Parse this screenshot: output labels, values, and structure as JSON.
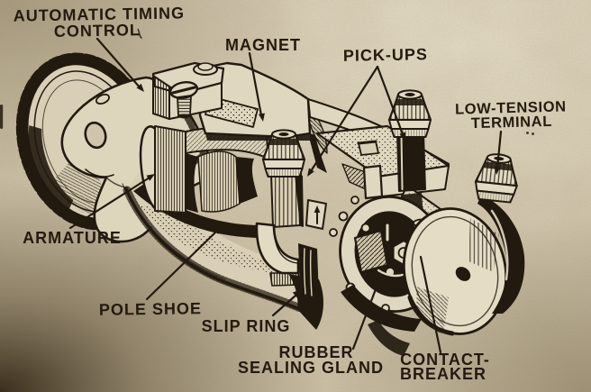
{
  "figure": {
    "title": "Magneto cutaway technical illustration",
    "style": "vintage engraving on aged paper",
    "paper_color": "#cfc5ab",
    "ink_color": "#221a0e",
    "labels": [
      {
        "id": "automatic-timing-control",
        "lines": [
          "AUTOMATIC TIMING",
          "CONTROL"
        ]
      },
      {
        "id": "magnet",
        "lines": [
          "MAGNET"
        ]
      },
      {
        "id": "pick-ups",
        "lines": [
          "PICK-UPS"
        ]
      },
      {
        "id": "low-tension-terminal",
        "lines": [
          "LOW-TENSION",
          "TERMINAL"
        ]
      },
      {
        "id": "armature",
        "lines": [
          "ARMATURE"
        ]
      },
      {
        "id": "pole-shoe",
        "lines": [
          "POLE SHOE"
        ]
      },
      {
        "id": "slip-ring",
        "lines": [
          "SLIP RING"
        ]
      },
      {
        "id": "rubber-sealing-gland",
        "lines": [
          "RUBBER",
          "SEALING GLAND"
        ]
      },
      {
        "id": "contact-breaker",
        "lines": [
          "CONTACT-",
          "BREAKER"
        ]
      }
    ]
  }
}
